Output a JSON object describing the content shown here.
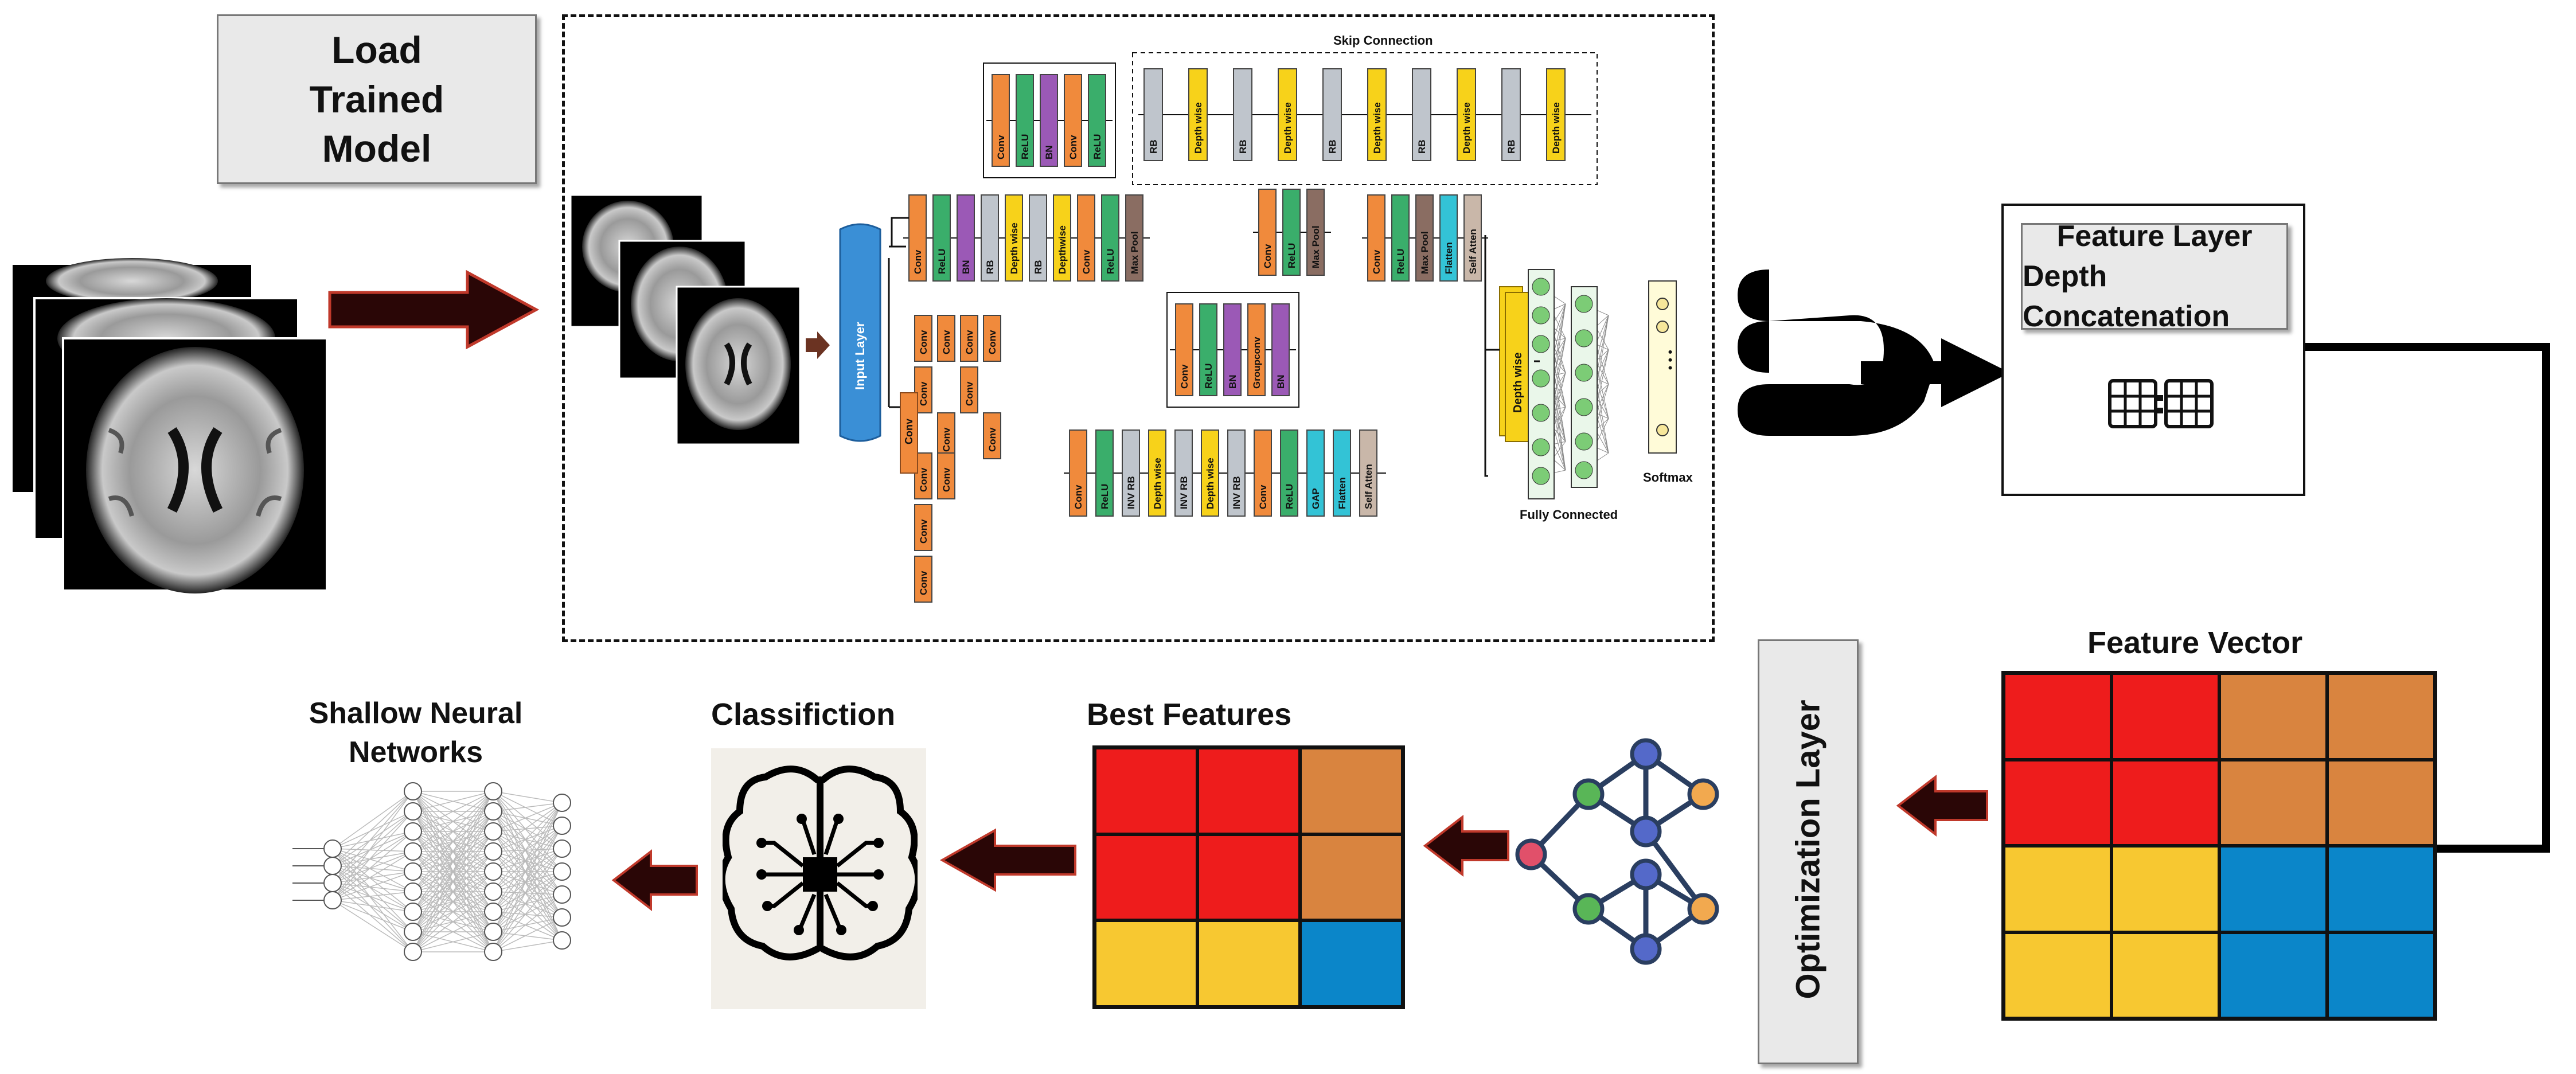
{
  "labels": {
    "load_model": "Load Trained Model",
    "feature_layer_line1": "Feature Layer",
    "feature_layer_line2": "Depth Concatenation",
    "feature_vector": "Feature Vector",
    "optimization_layer": "Optimization Layer",
    "best_features": "Best Features",
    "classification": "Classifiction",
    "shallow_nn_line1": "Shallow Neural",
    "shallow_nn_line2": "Networks"
  },
  "network": {
    "skip_connection": "Skip Connection",
    "input_layer": "Input Layer",
    "fully_connected": "Fully Connected",
    "softmax": "Softmax",
    "ellipsis": "• • •",
    "block_a": [
      "Conv",
      "ReLU",
      "BN",
      "Conv",
      "ReLU"
    ],
    "block_b": [
      "Conv",
      "ReLU",
      "BN",
      "Groupconv",
      "BN"
    ],
    "top_branch": [
      "Conv",
      "ReLU",
      "BN",
      "RB",
      "Depth wise",
      "RB",
      "Depthwise",
      "Conv",
      "ReLU",
      "Max Pool"
    ],
    "mid_branch": [
      "Conv",
      "ReLU",
      "Max Pool"
    ],
    "right_top_branch": [
      "Conv",
      "ReLU",
      "Max Pool",
      "Flatten",
      "Self Atten"
    ],
    "skip_blocks": [
      "RB",
      "Depth wise",
      "RB",
      "Depth wise",
      "RB",
      "Depth wise",
      "RB",
      "Depth wise",
      "RB",
      "Depth wise"
    ],
    "bottom_branch": [
      "Conv",
      "ReLU",
      "INV RB",
      "Depth wise",
      "INV RB",
      "Depth wise",
      "INV RB",
      "Conv",
      "ReLU",
      "GAP",
      "Flatten",
      "Self Atten"
    ],
    "parallel_convs": [
      "Conv",
      "Conv",
      "Conv",
      "Conv",
      "Conv",
      "Conv",
      "Conv",
      "Conv",
      "Conv",
      "Conv",
      "Conv",
      "Conv"
    ],
    "concat_block": "Depth wise"
  },
  "colors": {
    "arrow_dark": "#2a0606",
    "arrow_edge": "#c0392b",
    "red": "#ee1c1c",
    "orange": "#d9843f",
    "yellow": "#f7c831",
    "blue": "#0b86c9",
    "conv": "#f08a3c",
    "relu": "#3aae6b",
    "bn": "#9b59b6",
    "rb": "#bfc5cc",
    "depth": "#f7d21a",
    "pool": "#8a6d62",
    "flatten": "#33c3d6",
    "atten": "#c9b7a9"
  },
  "feature_vector_grid": [
    [
      "red",
      "red",
      "orange",
      "orange"
    ],
    [
      "red",
      "red",
      "orange",
      "orange"
    ],
    [
      "yellow",
      "yellow",
      "blue",
      "blue"
    ],
    [
      "yellow",
      "yellow",
      "blue",
      "blue"
    ]
  ],
  "best_features_grid": [
    [
      "red",
      "red",
      "orange"
    ],
    [
      "red",
      "red",
      "orange"
    ],
    [
      "yellow",
      "yellow",
      "blue"
    ]
  ]
}
